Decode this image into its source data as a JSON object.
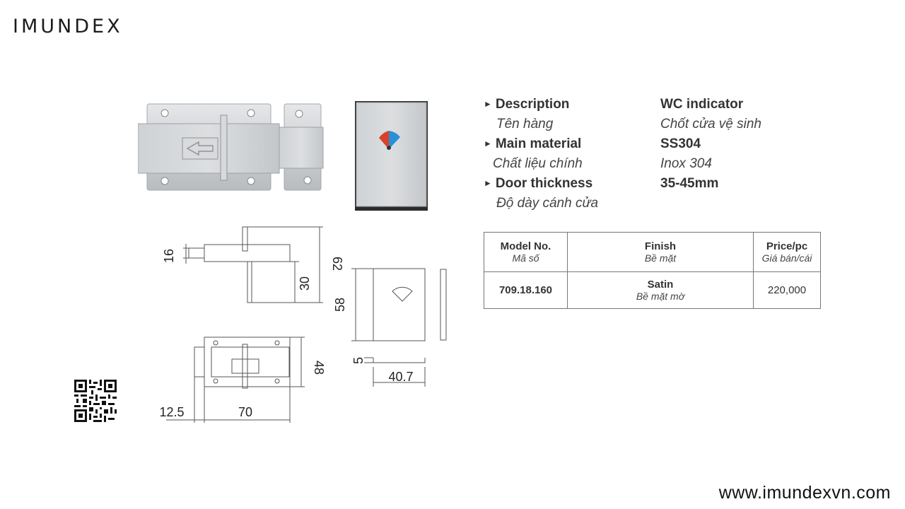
{
  "brand": {
    "logo": "IMUNDEX",
    "website": "www.imundexvn.com"
  },
  "specs": [
    {
      "label": "Description",
      "label_vi": "Tên hàng",
      "value": "WC indicator",
      "value_vi": "Chốt cửa vệ sinh"
    },
    {
      "label": "Main material",
      "label_vi": "Chất liệu chính",
      "value": "SS304",
      "value_vi": "Inox 304"
    },
    {
      "label": "Door thickness",
      "label_vi": "Độ dày cánh cửa",
      "value": "35-45mm",
      "value_vi": ""
    }
  ],
  "table": {
    "headers": [
      {
        "en": "Model No.",
        "vi": "Mã số"
      },
      {
        "en": "Finish",
        "vi": "Bề mặt"
      },
      {
        "en": "Price/pc",
        "vi": "Giá bán/cái"
      }
    ],
    "rows": [
      {
        "model": "709.18.160",
        "finish": "Satin",
        "finish_vi": "Bề mặt mờ",
        "price": "220,000"
      }
    ]
  },
  "dimensions": {
    "side_bolt_height": "16",
    "side_total_height": "62",
    "side_stem": "30",
    "plate_height": "58",
    "plate_depth": "5",
    "plate_width": "40.7",
    "top_height": "48",
    "top_bolt_offset": "12.5",
    "top_width": "70"
  },
  "colors": {
    "red": "#d9412b",
    "blue": "#2a8fd6",
    "steel": "#c7c9cc"
  }
}
